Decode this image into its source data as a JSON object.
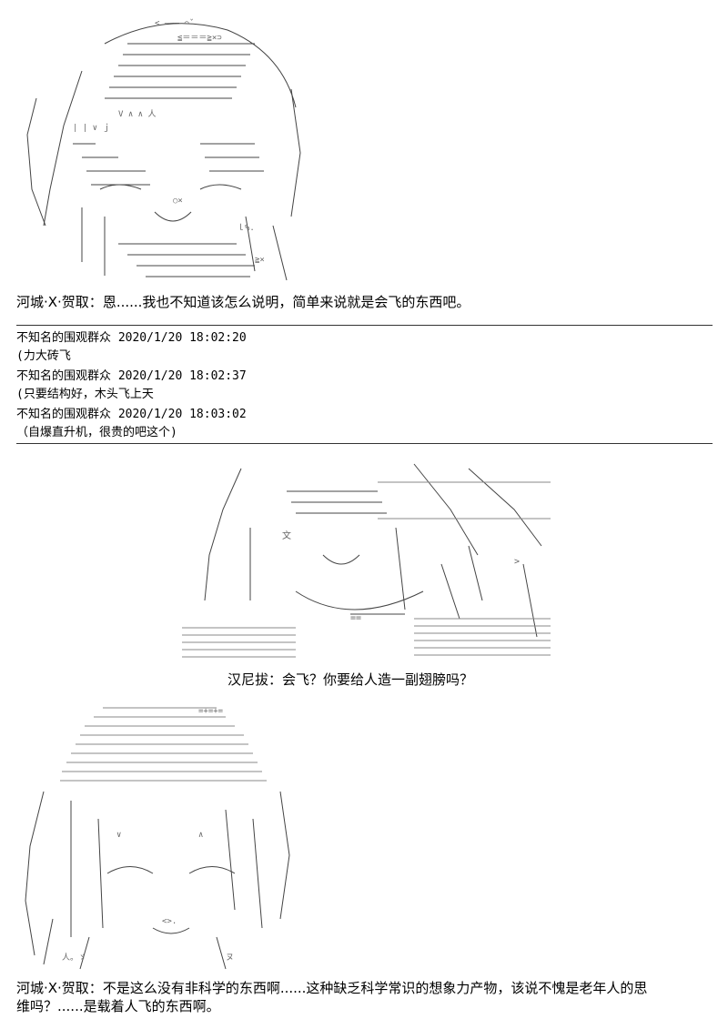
{
  "dialogue_1": "河城·X·贺取：恩......我也不知道该怎么说明，简单来说就是会飞的东西吧。",
  "comments": [
    {
      "header": "不知名的围观群众 2020/1/20 18:02:20",
      "text": "(力大砖飞"
    },
    {
      "header": "不知名的围观群众 2020/1/20 18:02:37",
      "text": "(只要结构好，木头飞上天"
    },
    {
      "header": "不知名的围观群众 2020/1/20 18:03:02",
      "text": "（自爆直升机，很贵的吧这个)"
    }
  ],
  "dialogue_2": "汉尼拔：会飞？你要给人造一副翅膀吗？",
  "dialogue_3_line1": "河城·X·贺取：不是这么没有非科学的东西啊......这种缺乏科学常识的想象力产物，该说不愧是老年人的思",
  "dialogue_3_line2": "维吗？......是载着人飞的东西啊。"
}
